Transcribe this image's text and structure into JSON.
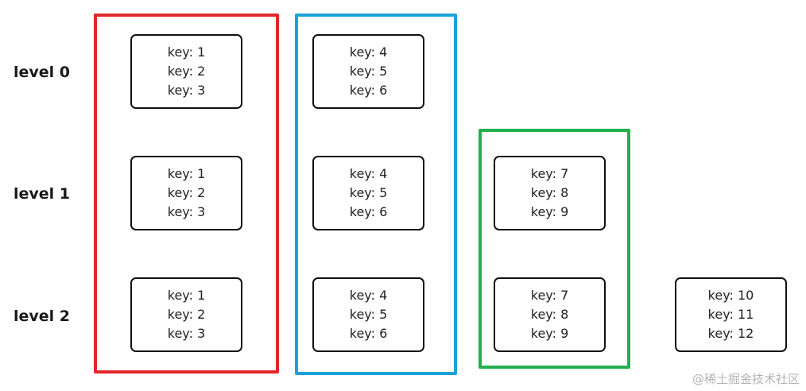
{
  "levels": [
    "level 0",
    "level 1",
    "level 2"
  ],
  "groups": [
    {
      "color": "#e0262a"
    },
    {
      "color": "#1aa3da"
    },
    {
      "color": "#21b04d"
    }
  ],
  "nodes": [
    {
      "level": 0,
      "keys": [
        "key: 1",
        "key: 2",
        "key: 3"
      ]
    },
    {
      "level": 0,
      "keys": [
        "key: 4",
        "key: 5",
        "key: 6"
      ]
    },
    {
      "level": 1,
      "keys": [
        "key: 1",
        "key: 2",
        "key: 3"
      ]
    },
    {
      "level": 1,
      "keys": [
        "key: 4",
        "key: 5",
        "key: 6"
      ]
    },
    {
      "level": 1,
      "keys": [
        "key: 7",
        "key: 8",
        "key: 9"
      ]
    },
    {
      "level": 2,
      "keys": [
        "key: 1",
        "key: 2",
        "key: 3"
      ]
    },
    {
      "level": 2,
      "keys": [
        "key: 4",
        "key: 5",
        "key: 6"
      ]
    },
    {
      "level": 2,
      "keys": [
        "key: 7",
        "key: 8",
        "key: 9"
      ]
    },
    {
      "level": 2,
      "keys": [
        "key: 10",
        "key: 11",
        "key: 12"
      ]
    }
  ],
  "watermark": "@稀土掘金技术社区"
}
